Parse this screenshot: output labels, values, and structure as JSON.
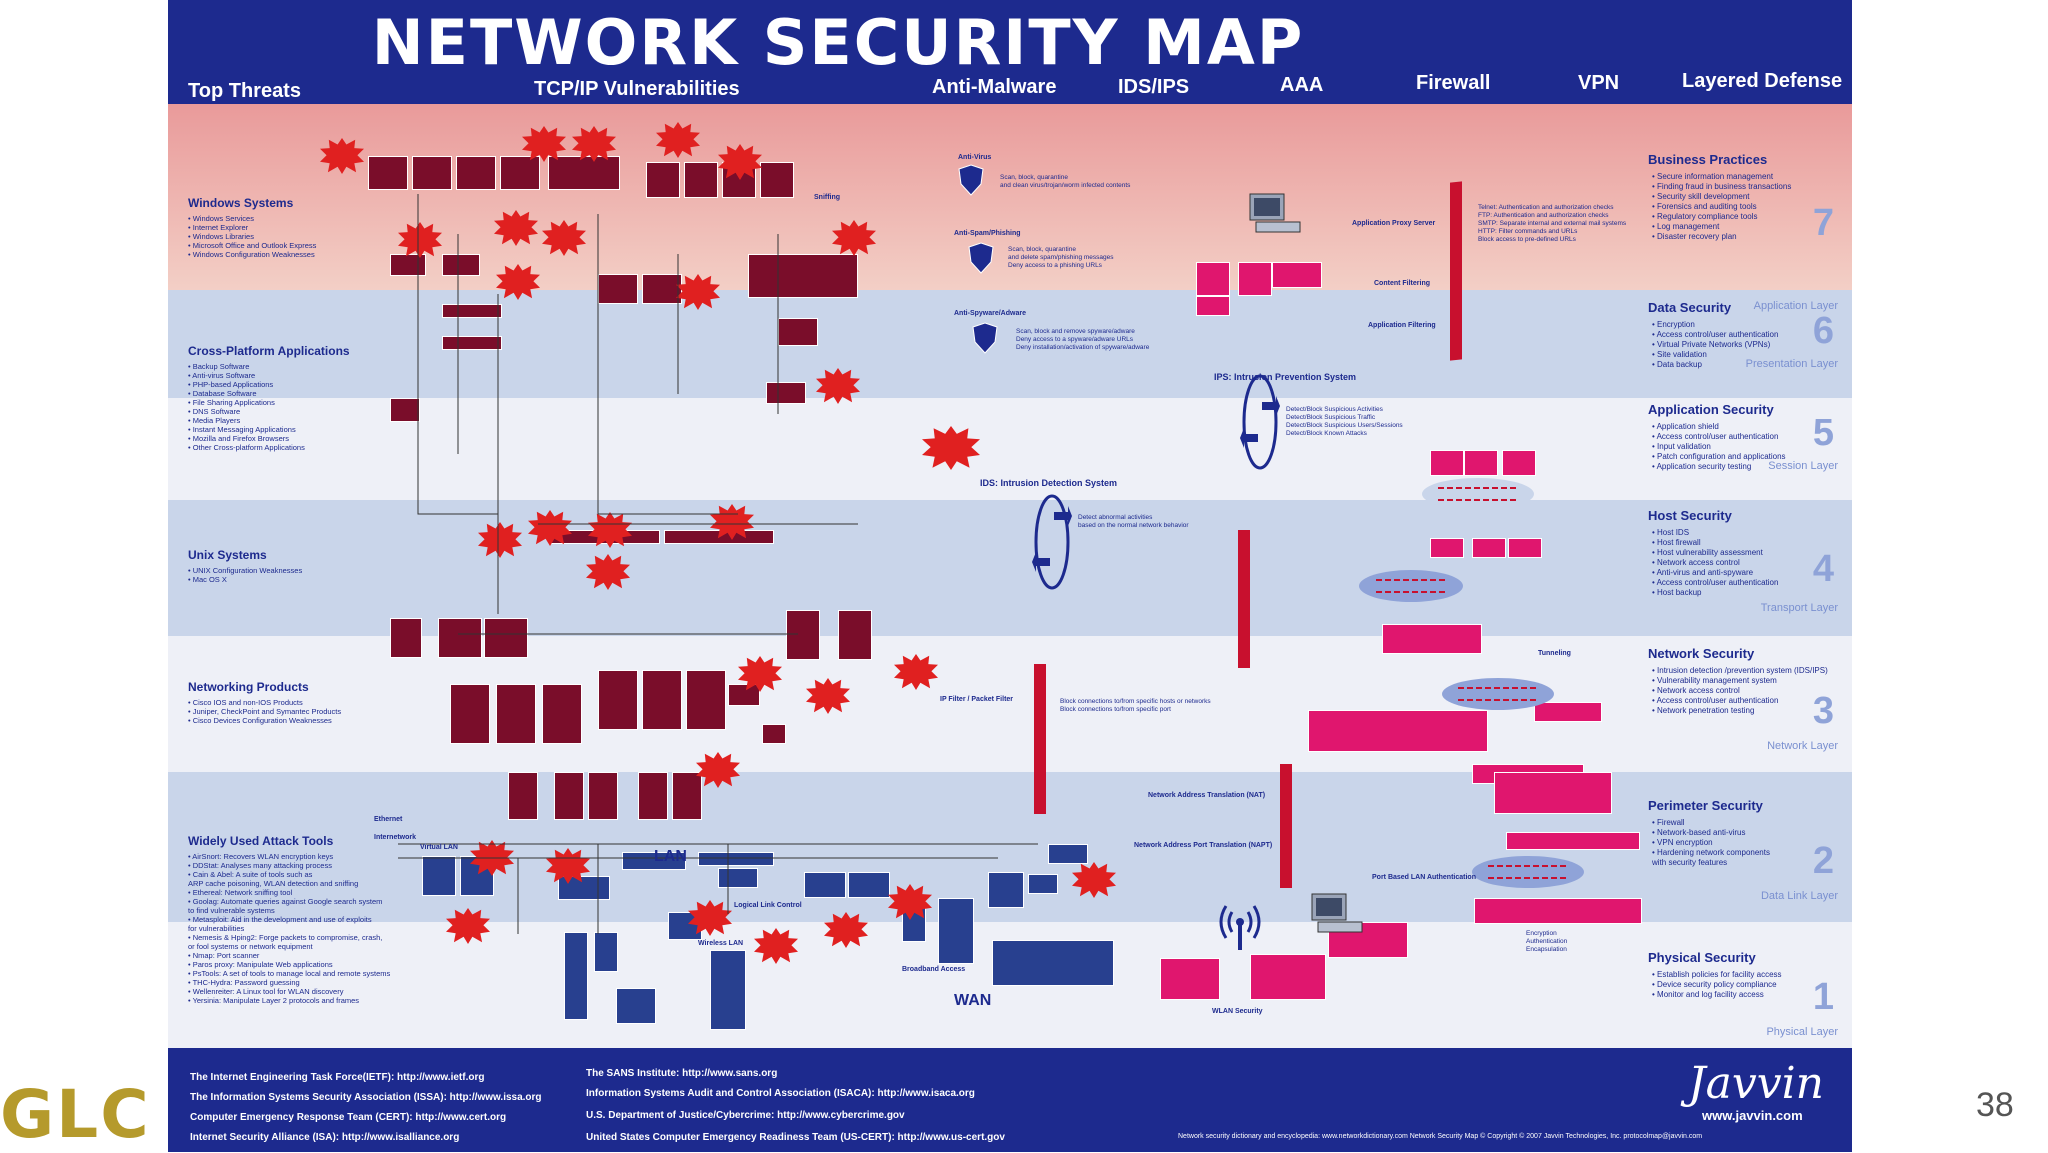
{
  "poster": {
    "title": "NETWORK SECURITY MAP",
    "columns": [
      "Top Threats",
      "TCP/IP Vulnerabilities",
      "Anti-Malware",
      "IDS/IPS",
      "AAA",
      "Firewall",
      "VPN",
      "Layered Defense"
    ]
  },
  "layers": [
    {
      "title": "Business Practices",
      "items": "• Secure information management\n• Finding fraud in business transactions\n• Security skill development\n• Forensics and auditing tools\n• Regulatory compliance tools\n• Log management\n• Disaster recovery plan",
      "num": "7",
      "label": "Application Layer"
    },
    {
      "title": "Data Security",
      "items": "• Encryption\n• Access control/user authentication\n• Virtual Private Networks (VPNs)\n• Site validation\n• Data backup",
      "num": "6",
      "label": "Presentation Layer"
    },
    {
      "title": "Application Security",
      "items": "• Application shield\n• Access control/user authentication\n• Input validation\n• Patch configuration and applications\n• Application security testing",
      "num": "5",
      "label": "Session Layer"
    },
    {
      "title": "Host Security",
      "items": "• Host IDS\n• Host firewall\n• Host vulnerability assessment\n• Network access control\n• Anti-virus and anti-spyware\n• Access control/user authentication\n• Host backup",
      "num": "4",
      "label": "Transport Layer"
    },
    {
      "title": "Network Security",
      "items": "• Intrusion detection /prevention system (IDS/IPS)\n• Vulnerability management system\n• Network access control\n• Access control/user authentication\n• Network penetration testing",
      "num": "3",
      "label": "Network Layer"
    },
    {
      "title": "Perimeter Security",
      "items": "• Firewall\n• Network-based anti-virus\n• VPN encryption\n• Hardening network components\n  with security features",
      "num": "2",
      "label": "Data Link Layer"
    },
    {
      "title": "Physical Security",
      "items": "• Establish policies for facility access\n• Device security policy compliance\n• Monitor and log facility access",
      "num": "1",
      "label": "Physical Layer"
    }
  ],
  "threats": [
    {
      "title": "Windows Systems",
      "items": "• Windows Services\n• Internet Explorer\n• Windows Libraries\n• Microsoft Office and Outlook Express\n• Windows Configuration Weaknesses"
    },
    {
      "title": "Cross-Platform Applications",
      "items": "• Backup Software\n• Anti-virus Software\n• PHP-based Applications\n• Database Software\n• File Sharing Applications\n• DNS Software\n• Media Players\n• Instant Messaging Applications\n• Mozilla and Firefox Browsers\n• Other Cross-platform Applications"
    },
    {
      "title": "Unix Systems",
      "items": "• UNIX Configuration Weaknesses\n• Mac OS X"
    },
    {
      "title": "Networking Products",
      "items": "• Cisco IOS and non-IOS Products\n• Juniper, CheckPoint and Symantec Products\n• Cisco Devices Configuration Weaknesses"
    },
    {
      "title": "Widely Used Attack Tools",
      "items": "• AirSnort: Recovers WLAN encryption keys\n• DDStat: Analyses many attacking process\n• Cain & Abel: A suite of tools such as\n  ARP cache poisoning, WLAN detection and sniffing\n• Ethereal: Network sniffing tool\n• Goolag: Automate queries against Google search system\n  to find vulnerable systems\n• Metasploit: Aid in the development and use of exploits\n  for vulnerabilities\n• Nemesis & Hping2: Forge packets to compromise, crash,\n  or fool systems or network equipment\n• Nmap: Port scanner\n• Paros proxy: Manipulate Web applications\n• PsTools: A set of tools to manage local and remote systems\n• THC-Hydra: Password guessing\n• Wellenreiter: A Linux tool for WLAN discovery\n• Yersinia: Manipulate Layer 2 protocols and frames"
    }
  ],
  "diagram": {
    "ids_label": "IDS: Intrusion Detection System",
    "ips_label": "IPS: Intrusion Prevention System",
    "lan_label": "LAN",
    "wan_label": "WAN",
    "ethernet_label": "Ethernet",
    "internetwork_label": "Internetwork",
    "virtual_lan_label": "Virtual LAN",
    "wireless_lan_label": "Wireless LAN",
    "logical_link_label": "Logical Link Control",
    "broadband_label": "Broadband Access",
    "wlan_security_label": "WLAN Security",
    "anti_virus_label": "Anti-Virus",
    "anti_spam_label": "Anti-Spam/Phishing",
    "anti_spyware_label": "Anti-Spyware/Adware",
    "app_proxy_label": "Application Proxy Server",
    "content_filter_label": "Content Filtering",
    "app_filter_label": "Application Filtering",
    "nat_label": "Network Address Translation (NAT)",
    "napt_label": "Network Address Port Translation (NAPT)",
    "port_auth_label": "Port Based LAN Authentication",
    "packet_filter_label": "IP Filter / Packet Filter",
    "sniffing_label": "Sniffing",
    "tunneling_label": "Tunneling",
    "encryption_label": "Encryption\nAuthentication\nEncapsulation",
    "anti_virus_text": "Scan, block, quarantine\nand clean virus/trojan/worm infected contents",
    "anti_spam_text": "Scan, block, quarantine\nand delete spam/phishing messages\nDeny access to a phishing URLs",
    "anti_spyware_text": "Scan, block and remove spyware/adware\nDeny access to a spyware/adware URLs\nDeny installation/activation of spyware/adware",
    "ips_text": "Detect/Block Suspicious Activities\nDetect/Block Suspicious Traffic\nDetect/Block Suspicious Users/Sessions\nDetect/Block Known Attacks",
    "ids_text": "Detect abnormal activities\nbased on the normal network behavior",
    "firewall_text": "Block connections to/from specific hosts or networks\nBlock connections to/from specific port",
    "proxy_text": "Telnet: Authentication and authorization checks\nFTP: Authentication and authorization checks\nSMTP: Separate internal and external mail systems\nHTTP: Filter commands and URLs\nBlock access to pre-defined URLs"
  },
  "footer": {
    "orgs_left": [
      "The Internet Engineering Task Force(IETF): http://www.ietf.org",
      "The Information Systems Security Association (ISSA): http://www.issa.org",
      "Computer Emergency Response Team (CERT): http://www.cert.org",
      "Internet Security Alliance (ISA): http://www.isalliance.org"
    ],
    "orgs_right": [
      "The SANS Institute: http://www.sans.org",
      "Information Systems Audit and Control Association (ISACA): http://www.isaca.org",
      "U.S. Department of Justice/Cybercrime: http://www.cybercrime.gov",
      "United States Computer Emergency Readiness Team (US-CERT): http://www.us-cert.gov"
    ],
    "brand": "Javvin",
    "url": "www.javvin.com",
    "copyright": "Network security dictionary and encyclopedia: www.networkdictionary.com   Network Security Map © Copyright © 2007 Javvin Technologies, Inc.   protocolmap@javvin.com"
  },
  "slide": {
    "logo": "GLC",
    "number": "38"
  },
  "colors": {
    "poster_blue": "#1d2a8e",
    "threat_red": "#e02020",
    "node_maroon": "#7a0d2a",
    "node_pink": "#e0166e",
    "glc_gold": "#b59a2c"
  }
}
